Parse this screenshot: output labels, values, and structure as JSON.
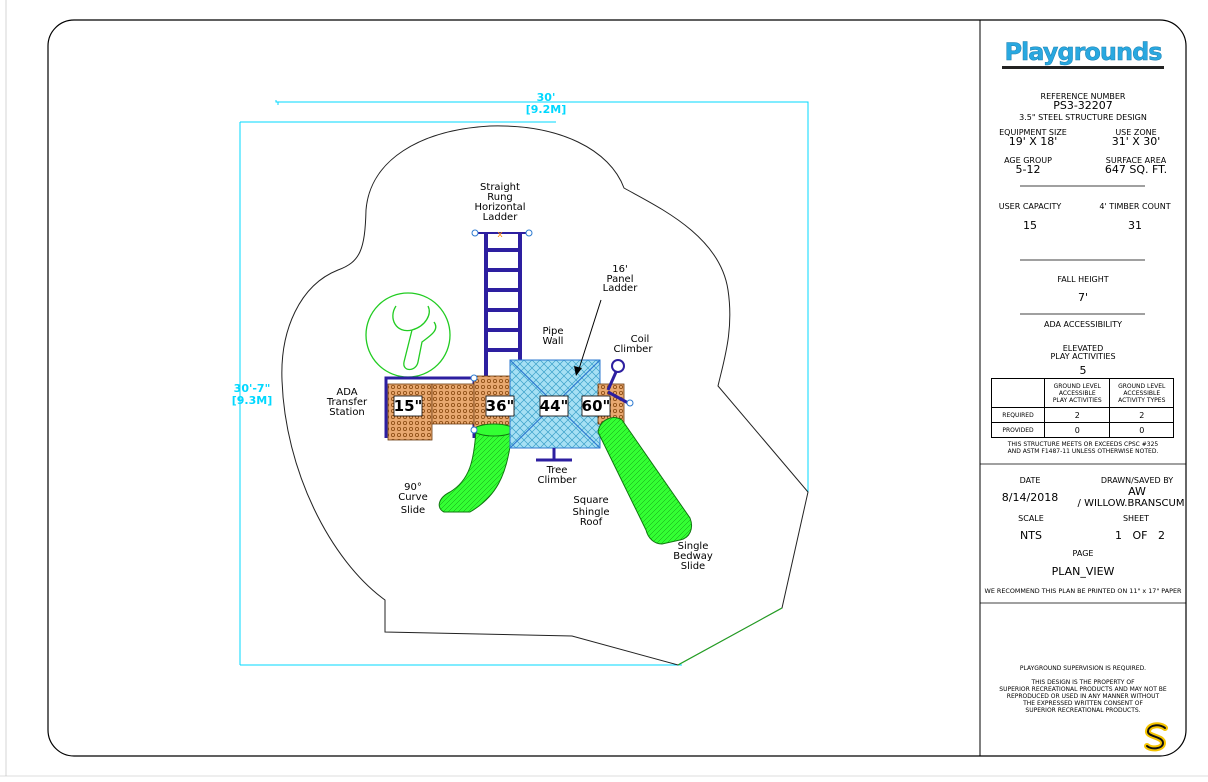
{
  "plan": {
    "dimensions": {
      "width_ft": "30'",
      "width_m": "[9.2M]",
      "height_ft": "30'-7\"",
      "height_m": "[9.3M]"
    },
    "labels": {
      "ladder": [
        "Straight",
        "Rung",
        "Horizontal",
        "Ladder"
      ],
      "panel_ladder": [
        "16'",
        "Panel",
        "Ladder"
      ],
      "pipe_wall": [
        "Pipe",
        "Wall"
      ],
      "coil_climber": [
        "Coil",
        "Climber"
      ],
      "ada": [
        "ADA",
        "Transfer",
        "Station"
      ],
      "tree_climber": [
        "Tree",
        "Climber"
      ],
      "curve_slide": [
        "90°",
        "Curve",
        "Slide"
      ],
      "roof": [
        "Square",
        "Shingle",
        "Roof"
      ],
      "bedway_slide": [
        "Single",
        "Bedway",
        "Slide"
      ]
    },
    "deck_heights": [
      "15\"",
      "36\"",
      "44\"",
      "60\""
    ],
    "colors": {
      "dimension": "#00d8ff",
      "slide": "#33ff33",
      "frame": "#2d1fa0",
      "deck": "#e09a5a",
      "roof": "#8fd8f0",
      "logo": "#29a8e0"
    }
  },
  "title_block": {
    "logo": "Playgrounds",
    "reference_label": "REFERENCE NUMBER",
    "reference_number": "PS3-32207",
    "design": "3.5\" STEEL STRUCTURE DESIGN",
    "equipment_size_label": "EQUIPMENT SIZE",
    "equipment_size": "19' X 18'",
    "use_zone_label": "USE ZONE",
    "use_zone": "31' X 30'",
    "age_group_label": "AGE GROUP",
    "age_group": "5-12",
    "surface_area_label": "SURFACE AREA",
    "surface_area": "647 SQ. FT.",
    "user_capacity_label": "USER CAPACITY",
    "user_capacity": "15",
    "timber_count_label": "4' TIMBER COUNT",
    "timber_count": "31",
    "fall_height_label": "FALL HEIGHT",
    "fall_height": "7'",
    "ada_label": "ADA ACCESSIBILITY",
    "elevated_label_1": "ELEVATED",
    "elevated_label_2": "PLAY ACTIVITIES",
    "elevated_value": "5",
    "table": {
      "col1": [
        "GROUND LEVEL",
        "ACCESSIBLE",
        "PLAY ACTIVITIES"
      ],
      "col2": [
        "GROUND LEVEL",
        "ACCESSIBLE",
        "ACTIVITY TYPES"
      ],
      "rows": [
        {
          "label": "REQUIRED",
          "a": "2",
          "b": "2"
        },
        {
          "label": "PROVIDED",
          "a": "0",
          "b": "0"
        }
      ]
    },
    "compliance_1": "THIS STRUCTURE MEETS OR EXCEEDS CPSC #325",
    "compliance_2": "AND ASTM F1487-11 UNLESS OTHERWISE NOTED.",
    "date_label": "DATE",
    "date": "8/14/2018",
    "drawn_label": "DRAWN/SAVED BY",
    "drawn_1": "AW",
    "drawn_2": "/ WILLOW.BRANSCUM",
    "scale_label": "SCALE",
    "scale": "NTS",
    "sheet_label": "SHEET",
    "sheet": "1   OF   2",
    "page_label": "PAGE",
    "page": "PLAN_VIEW",
    "paper_note": "WE RECOMMEND THIS PLAN BE PRINTED ON 11\" x 17\" PAPER",
    "supervision": "PLAYGROUND SUPERVISION IS REQUIRED.",
    "property": [
      "THIS DESIGN IS THE PROPERTY OF",
      "SUPERIOR RECREATIONAL PRODUCTS AND MAY NOT BE",
      "REPRODUCED OR USED IN ANY MANNER WITHOUT",
      "THE EXPRESSED WRITTEN CONSENT OF",
      "SUPERIOR RECREATIONAL PRODUCTS."
    ]
  }
}
